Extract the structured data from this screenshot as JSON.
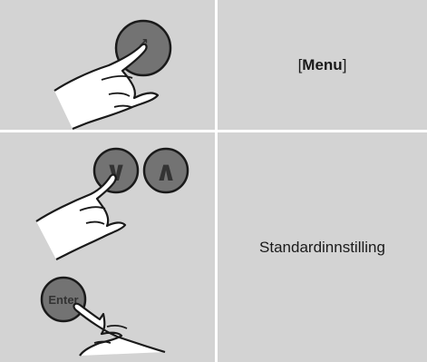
{
  "rows": [
    {
      "illustration": {
        "button_symbol": "↗"
      },
      "text": {
        "open": "[",
        "word": "Menu",
        "close": "]"
      }
    },
    {
      "illustration": {
        "button_down_symbol": "∨",
        "button_up_symbol": "∧",
        "button_enter_label": "Enter"
      },
      "text": {
        "word": "Standardinnstilling"
      }
    }
  ]
}
